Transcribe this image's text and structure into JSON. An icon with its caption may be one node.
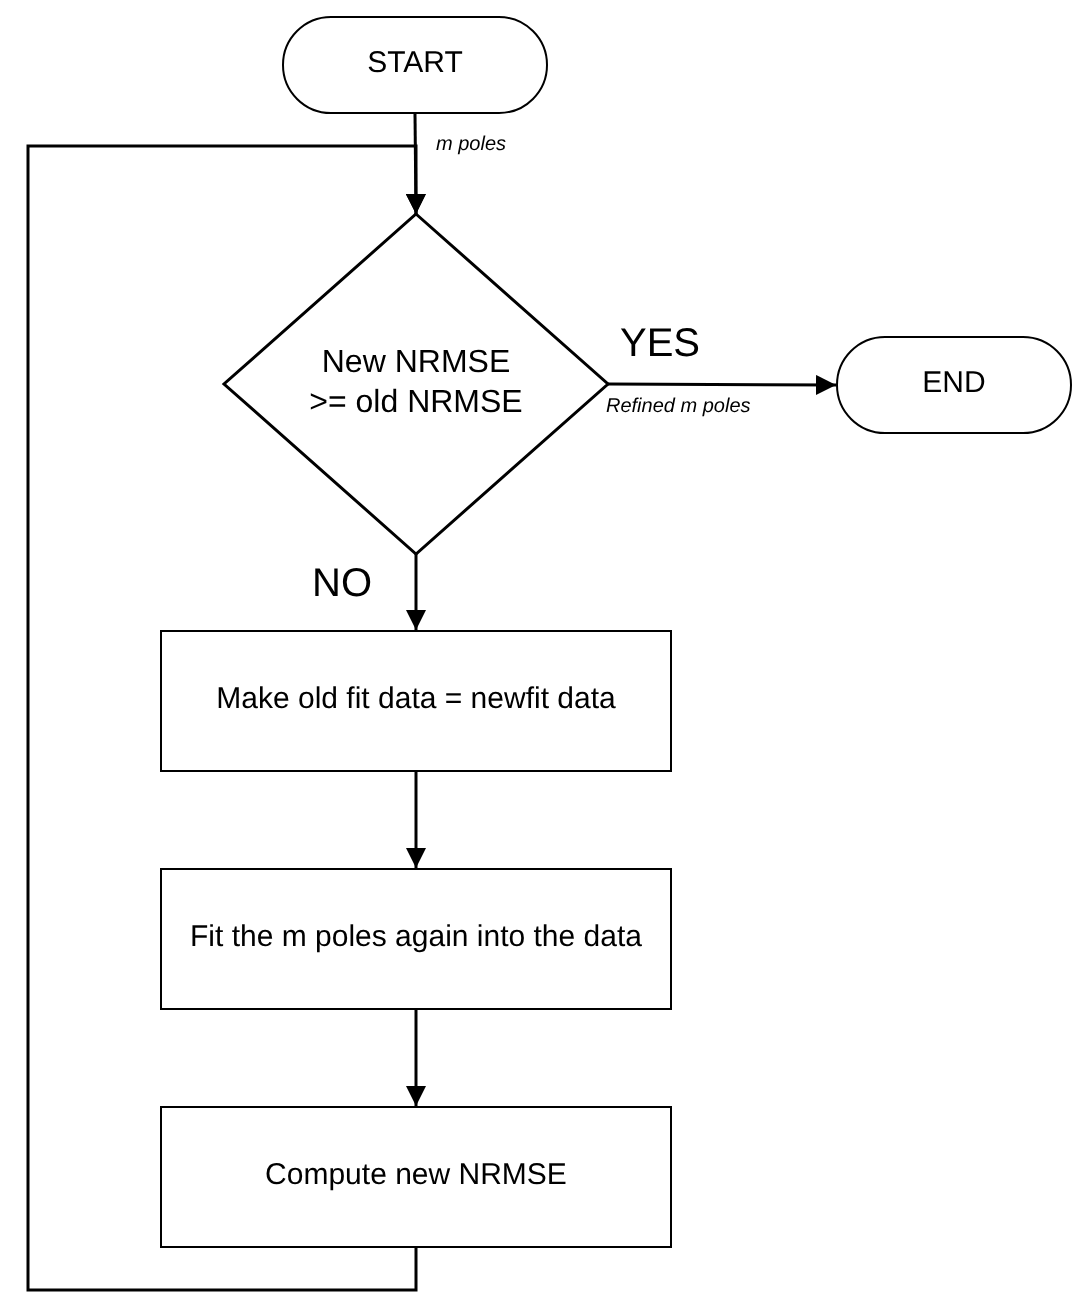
{
  "diagram": {
    "nodes": [
      {
        "text": [
          "START"
        ]
      },
      {
        "text": [
          "New NRMSE >= old NRMSE"
        ]
      },
      {
        "text": [
          "END"
        ]
      },
      {
        "text": [
          "Make old fit data = newfit data"
        ]
      },
      {
        "text": [
          "Fit the m poles again into the data"
        ]
      },
      {
        "text": [
          "Compute new NRMSE"
        ]
      }
    ],
    "edges": [
      {
        "from": 0,
        "to": 1,
        "arrow": "to",
        "label": "m poles"
      },
      {
        "from": 1,
        "to": 2,
        "arrow": "to",
        "label": "YES"
      },
      {
        "from": 1,
        "to": 3,
        "arrow": "to",
        "label": "NO"
      },
      {
        "from": 3,
        "to": 4,
        "arrow": "to"
      },
      {
        "from": 4,
        "to": 5,
        "arrow": "to"
      },
      {
        "from": 5,
        "to": 1,
        "arrow": "to"
      }
    ],
    "labels": [
      "Refined m poles"
    ]
  }
}
